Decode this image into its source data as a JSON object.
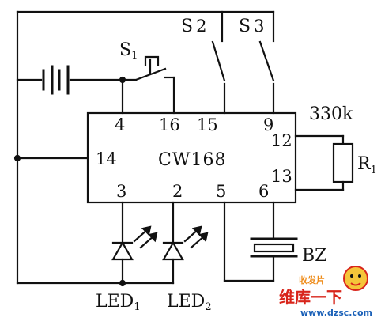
{
  "colors": {
    "ink": "#111111",
    "background": "#ffffff",
    "watermark_red": "#d8251b",
    "watermark_orange": "#ee8a16",
    "watermark_blue": "#1b61b8"
  },
  "chip": {
    "name": "CW168",
    "pins": {
      "p4": "4",
      "p16": "16",
      "p15": "15",
      "p9": "9",
      "p14": "14",
      "p12": "12",
      "p13": "13",
      "p3": "3",
      "p2": "2",
      "p5": "5",
      "p6": "6"
    }
  },
  "switches": {
    "s1": {
      "letter": "S",
      "sub": "1"
    },
    "s2": {
      "letter": "S",
      "sub": "2"
    },
    "s3": {
      "letter": "S",
      "sub": "3"
    }
  },
  "resistor": {
    "letter": "R",
    "sub": "1",
    "value": "330k"
  },
  "buzzer": {
    "label": "BZ"
  },
  "leds": {
    "led1": {
      "text": "LED",
      "sub": "1"
    },
    "led2": {
      "text": "LED",
      "sub": "2"
    }
  },
  "watermark": {
    "line1": "维库一下",
    "line2": "www.dzsc.com",
    "line3": "收发片"
  },
  "icons": {
    "battery": "battery-icon",
    "switch": "switch-icon",
    "push_button": "push-button-icon",
    "led": "led-diode-icon",
    "buzzer": "buzzer-icon",
    "resistor": "resistor-icon"
  }
}
